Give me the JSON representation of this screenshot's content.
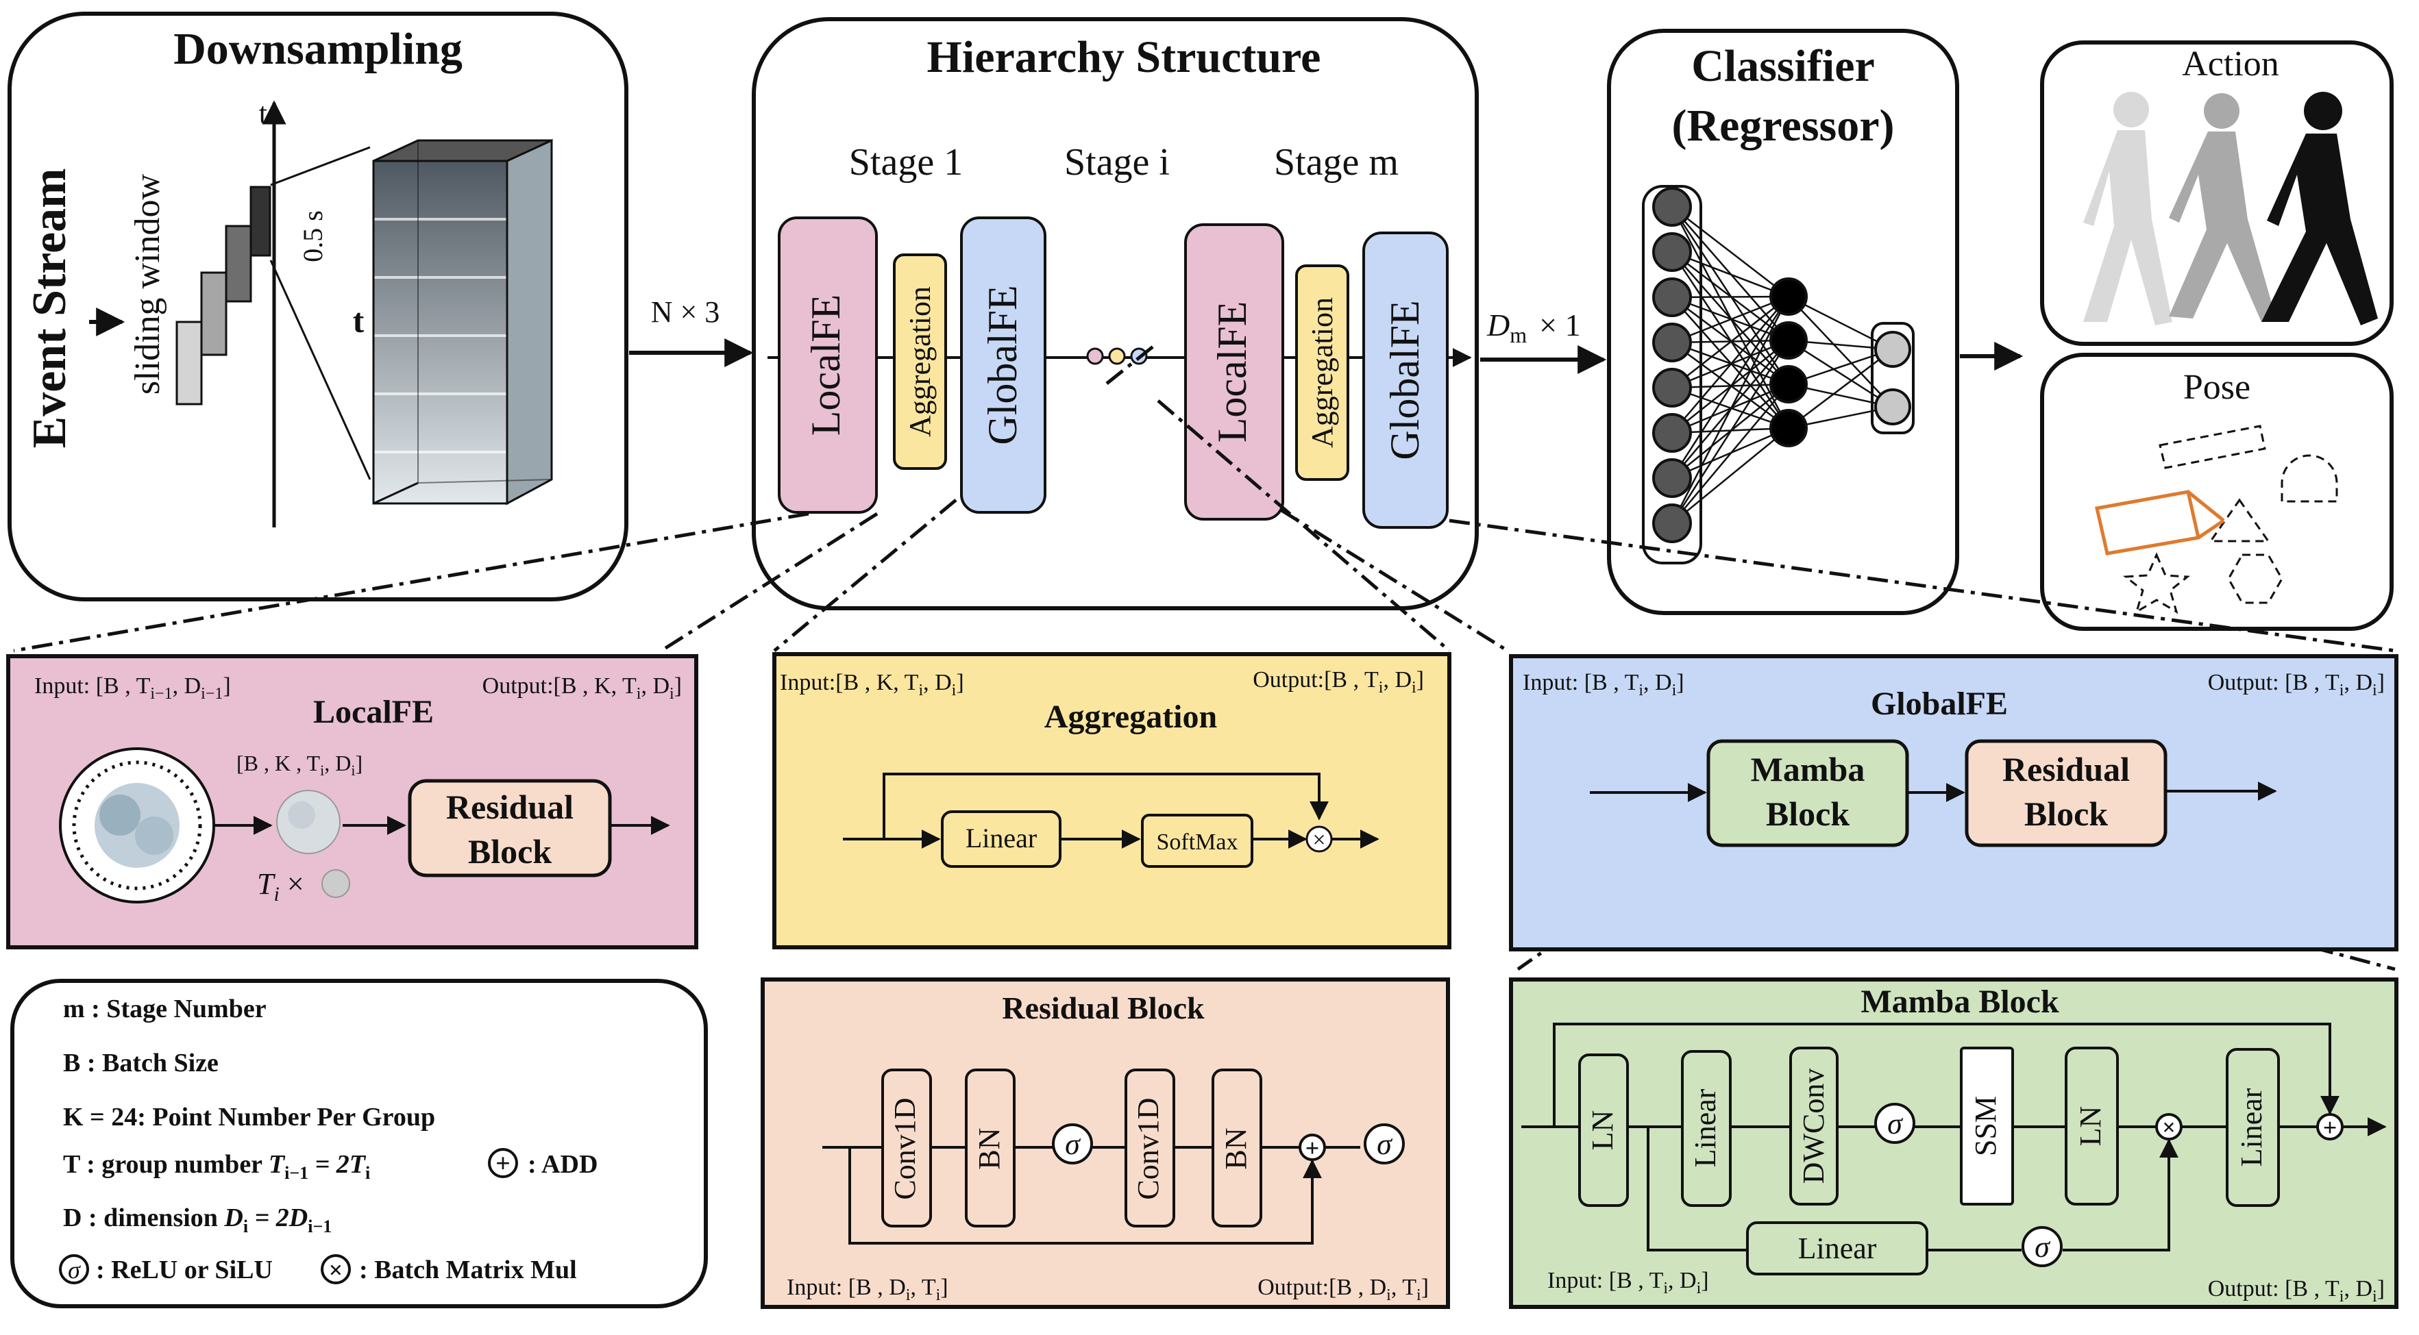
{
  "downsampling": {
    "title": "Downsampling",
    "event_stream": "Event Stream",
    "sliding_window": "sliding window",
    "axis_t": "t",
    "duration": "0.5 s",
    "cube_t": "t"
  },
  "flow": {
    "n_times_3": "N  × 3",
    "dm_prefix": "D",
    "dm_sub": "m",
    "dm_suffix": "× 1"
  },
  "hierarchy": {
    "title": "Hierarchy Structure",
    "stage1": "Stage 1",
    "stagei": "Stage i",
    "stagem": "Stage m",
    "localfe": "LocalFE",
    "aggregation": "Aggregation",
    "globalfe": "GlobalFE"
  },
  "classifier": {
    "title_line1": "Classifier",
    "title_line2": "(Regressor)"
  },
  "outputs": {
    "action": "Action",
    "pose": "Pose"
  },
  "localfe_panel": {
    "title": "LocalFE",
    "input": "Input: [B , T",
    "input_sub1": "i−1",
    "input_mid": ",  D",
    "input_sub2": "i−1",
    "input_end": "]",
    "output": "Output:[B , K,  T",
    "output_sub1": "i",
    "output_mid": ",  D",
    "output_sub2": "i",
    "output_end": "]",
    "mid_shape": "[B , K ,  T",
    "mid_sub1": "i",
    "mid_mid": ",  D",
    "mid_sub2": "i",
    "mid_end": "]",
    "ti_times": "T",
    "ti_sub": "i",
    "ti_x": " ×",
    "residual_line1": "Residual",
    "residual_line2": "Block"
  },
  "aggregation_panel": {
    "title": "Aggregation",
    "input": "Input:[B , K,  T",
    "input_sub1": "i",
    "input_mid": ",  D",
    "input_sub2": "i",
    "input_end": "]",
    "output": "Output:[B , T",
    "output_sub1": "i",
    "output_mid": ",  D",
    "output_sub2": "i",
    "output_end": "]",
    "linear": "Linear",
    "softmax": "SoftMax"
  },
  "globalfe_panel": {
    "title": "GlobalFE",
    "input": "Input: [B , T",
    "input_sub1": "i",
    "input_mid": ",  D",
    "input_sub2": "i",
    "input_end": "]",
    "output": "Output: [B , T",
    "output_sub1": "i",
    "output_mid": ",  D",
    "output_sub2": "i",
    "output_end": "]",
    "mamba_line1": "Mamba",
    "mamba_line2": "Block",
    "residual_line1": "Residual",
    "residual_line2": "Block"
  },
  "legend": {
    "m": "m : Stage Number",
    "b": "B : Batch Size",
    "k": "K = 24: Point Number Per Group",
    "t_prefix": "T  : group number ",
    "t_formula": "T",
    "t_sub1": "i−1",
    "t_eq": " = 2T",
    "t_sub2": "i",
    "add": ": ADD",
    "d_prefix": "D : dimension  ",
    "d_formula": "D",
    "d_sub1": "i",
    "d_eq": " = 2D",
    "d_sub2": "i−1",
    "relu": ": ReLU or SiLU",
    "bmm": ": Batch Matrix Mul"
  },
  "residual_panel": {
    "title": "Residual Block",
    "conv1": "Conv1D",
    "bn1": "BN",
    "conv2": "Conv1D",
    "bn2": "BN",
    "input": "Input: [B , D",
    "input_sub1": "i",
    "input_mid": ", T",
    "input_sub2": "i",
    "input_end": "]",
    "output": "Output:[B , D",
    "output_sub1": "i",
    "output_mid": ", T",
    "output_sub2": "i",
    "output_end": "]"
  },
  "mamba_panel": {
    "title": "Mamba Block",
    "ln1": "LN",
    "linear1": "Linear",
    "dwconv": "DWConv",
    "ssm": "SSM",
    "ln2": "LN",
    "linear2": "Linear",
    "linear_bottom": "Linear",
    "input": "Input: [B , T",
    "input_sub1": "i",
    "input_mid": ",  D",
    "input_sub2": "i",
    "input_end": "]",
    "output": "Output: [B , T",
    "output_sub1": "i",
    "output_mid": ",  D",
    "output_sub2": "i",
    "output_end": "]"
  },
  "symbols": {
    "sigma": "σ",
    "plus": "+",
    "times": "×"
  },
  "colors": {
    "localfe": "#e8c0d2",
    "aggregation": "#fbe6a0",
    "globalfe": "#c6d8f5",
    "residual": "#f8dccb",
    "mamba": "#cfe3bf",
    "pose_highlight": "#e07a2e"
  }
}
